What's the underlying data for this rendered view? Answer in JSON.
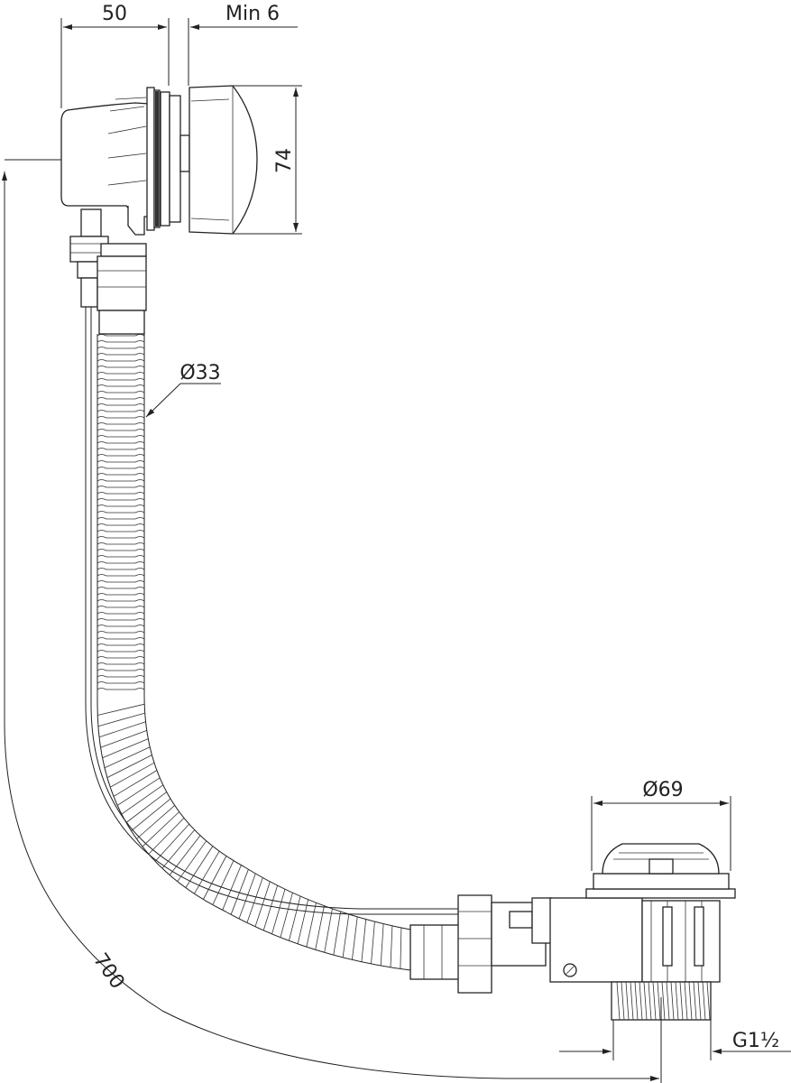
{
  "drawing": {
    "dimensions": {
      "overflow_depth": "50",
      "min_gap": "Min 6",
      "overflow_cap_height": "74",
      "hose_diameter": "Ø33",
      "drain_cap_diameter": "Ø69",
      "thread_size": "G1½",
      "hose_length": "700"
    },
    "colors": {
      "line": "#222222",
      "background": "#ffffff"
    }
  }
}
